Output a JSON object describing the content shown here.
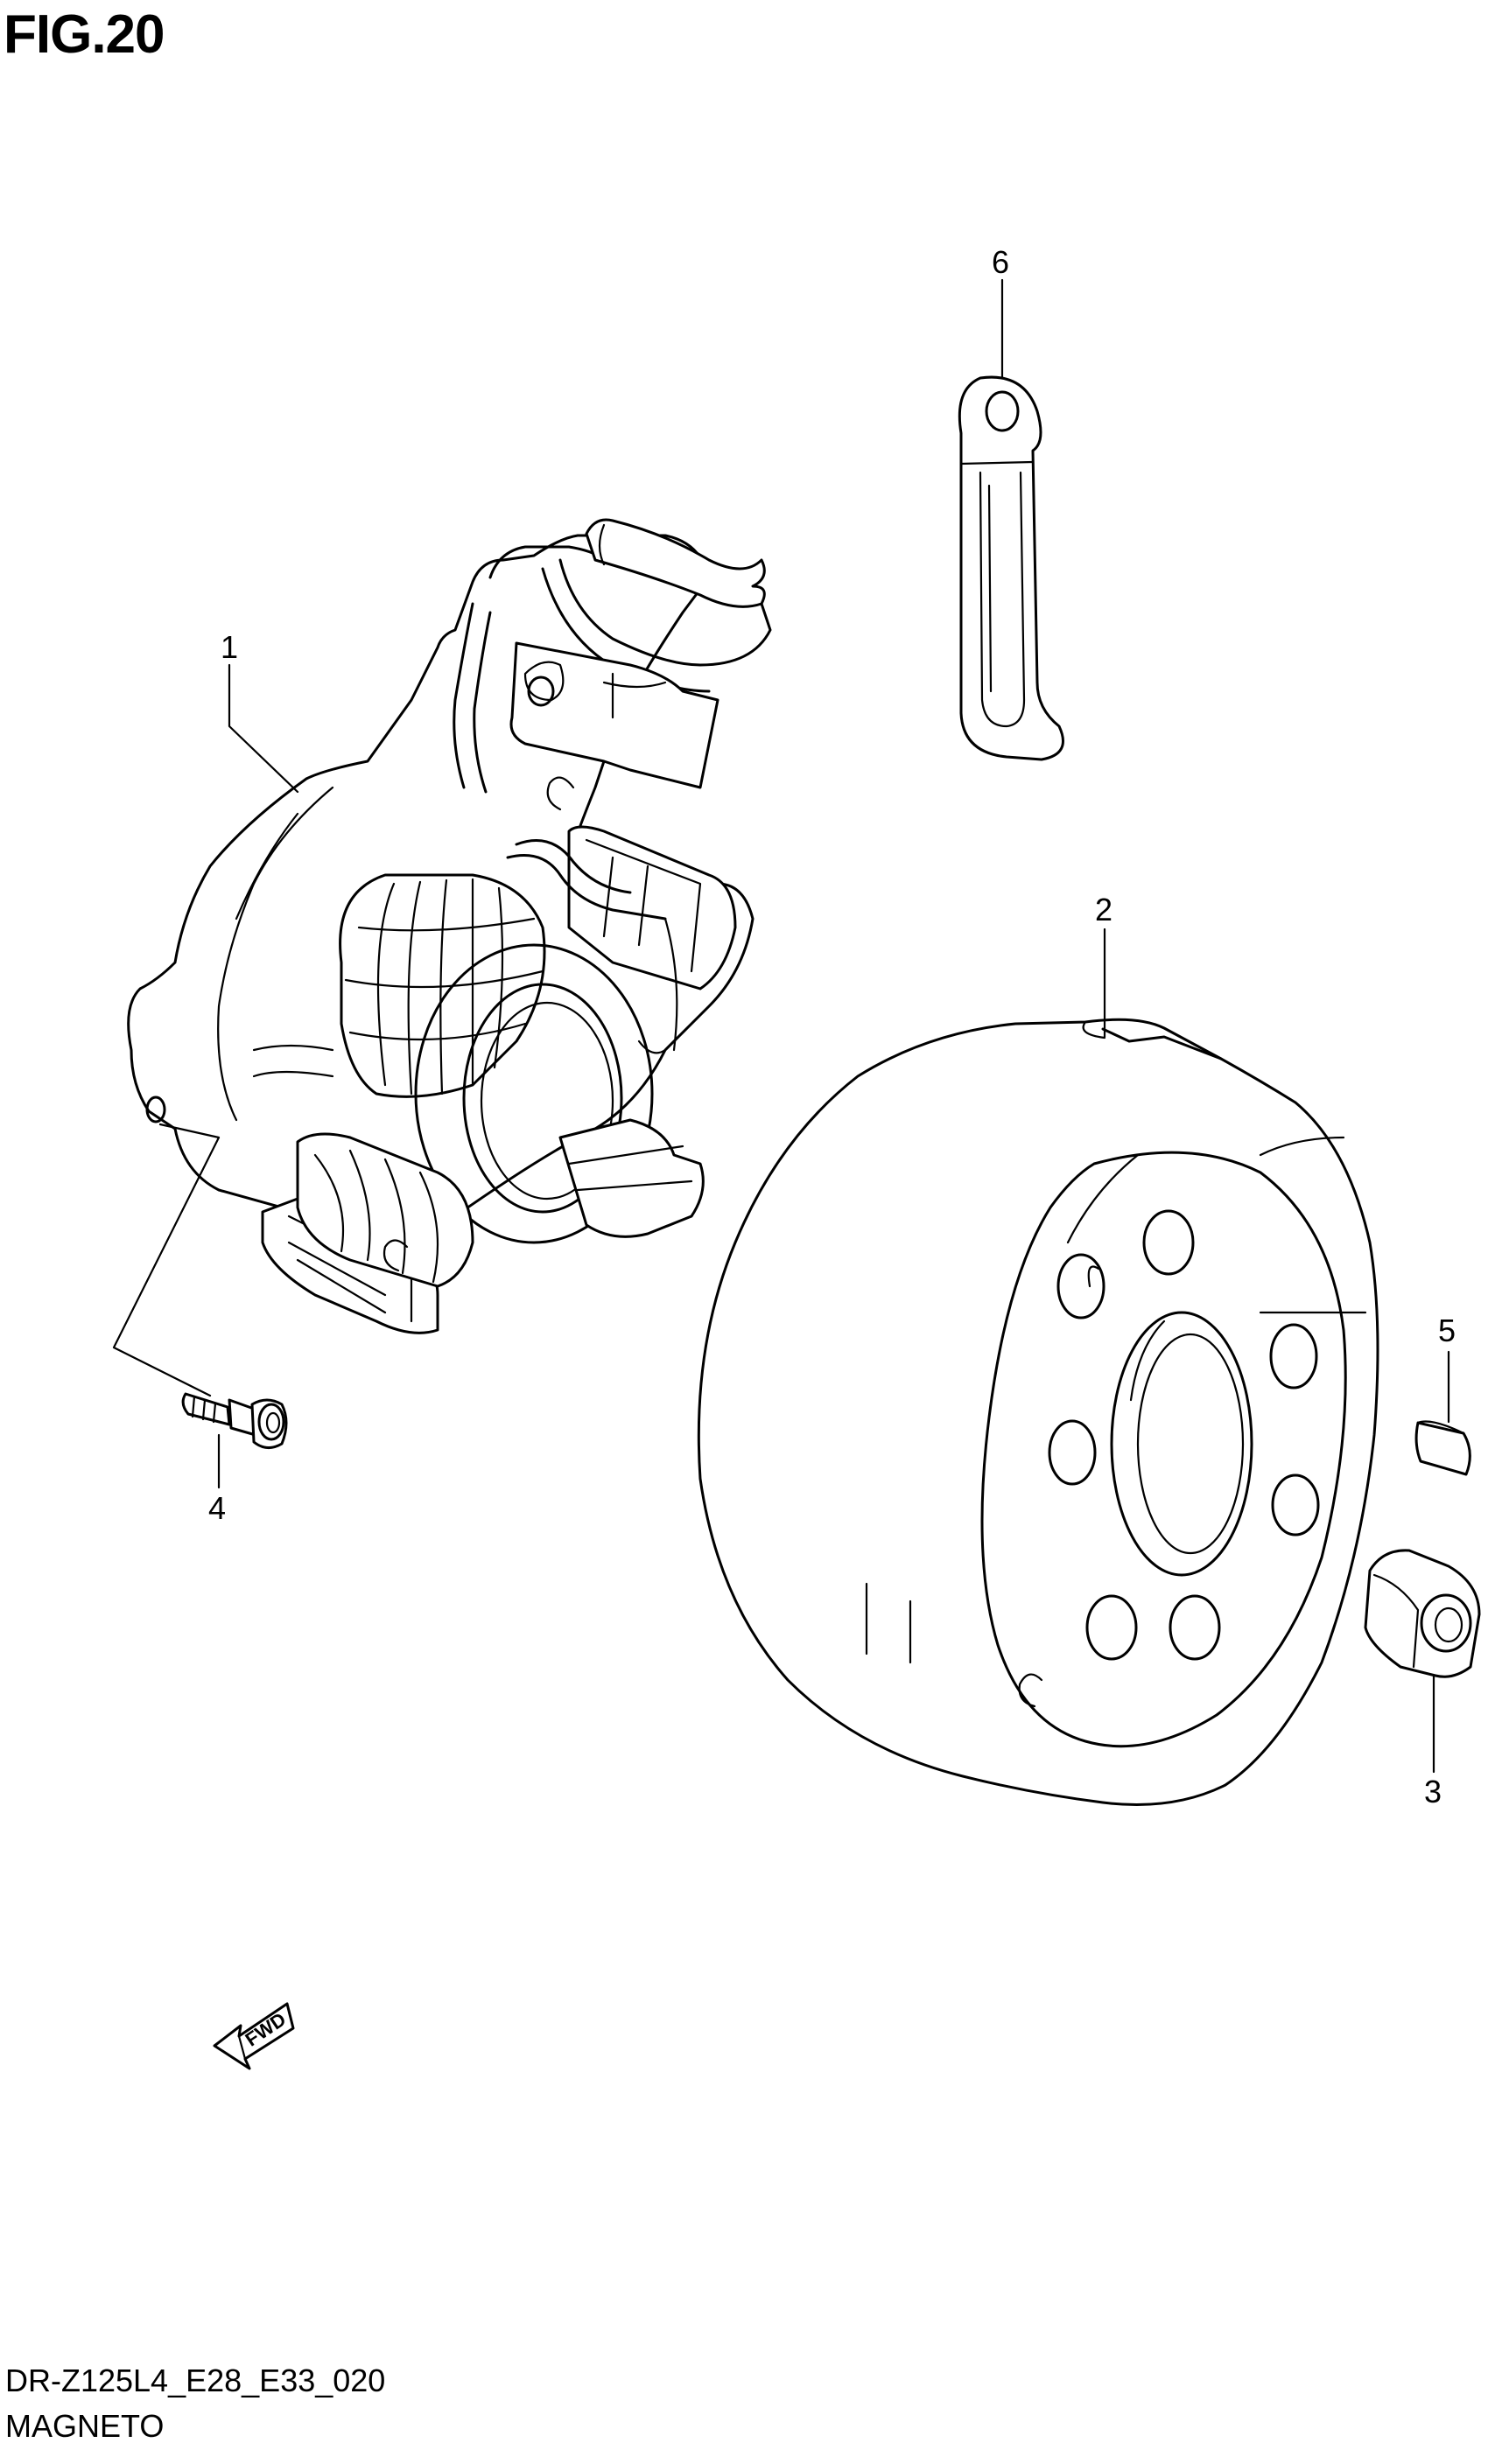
{
  "figure": {
    "title": "FIG.20",
    "code": "DR-Z125L4_E28_E33_020",
    "name": "MAGNETO",
    "direction_marker": "FWD"
  },
  "callouts": [
    {
      "id": "1",
      "label": "1",
      "part": "stator"
    },
    {
      "id": "2",
      "label": "2",
      "part": "rotor"
    },
    {
      "id": "3",
      "label": "3",
      "part": "nut"
    },
    {
      "id": "4",
      "label": "4",
      "part": "bolt"
    },
    {
      "id": "5",
      "label": "5",
      "part": "key"
    },
    {
      "id": "6",
      "label": "6",
      "part": "clamp"
    }
  ],
  "colors": {
    "line": "#000000",
    "background": "#ffffff"
  }
}
